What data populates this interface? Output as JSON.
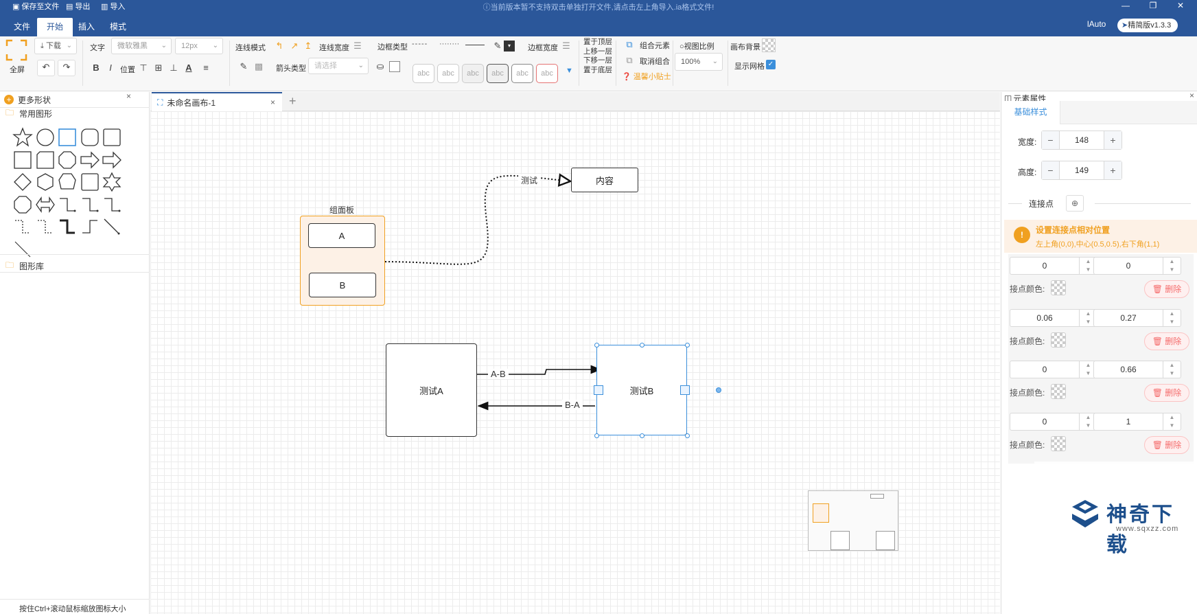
{
  "titlebar": {
    "save": "保存至文件",
    "export": "导出",
    "import": "导入",
    "notice": "当前版本暂不支持双击单独打开文件,请点击左上角导入.ia格式文件!"
  },
  "menu": {
    "tabs": [
      "文件",
      "开始",
      "插入",
      "模式"
    ],
    "user": "lAuto",
    "version": "精简版v1.3.3"
  },
  "ribbon": {
    "fullscreen": "全屏",
    "download": "下载",
    "text_label": "文字",
    "font": "微软雅黑",
    "font_size": "12px",
    "bold": "B",
    "italic": "I",
    "position": "位置",
    "line_mode": "连线模式",
    "line_width": "连线宽度",
    "arrow_type": "箭头类型",
    "arrow_placeholder": "请选择",
    "border_type": "边框类型",
    "border_width": "边框宽度",
    "abc": [
      "abc",
      "abc",
      "abc",
      "abc",
      "abc",
      "abc"
    ],
    "layers": [
      "置于顶层",
      "上移一层",
      "下移一层",
      "置于底层"
    ],
    "group": "组合元素",
    "ungroup": "取消组合",
    "tips": "温馨小贴士",
    "view_ratio": "视图比例",
    "zoom": "100%",
    "canvas_bg": "画布背景",
    "show_grid": "显示网格"
  },
  "left": {
    "more_shapes": "更多形状",
    "common_shapes": "常用图形",
    "library": "图形库",
    "hint": "按住Ctrl+滚动鼠标缩放图标大小"
  },
  "canvas": {
    "tab_title": "未命名画布-1",
    "group_title": "组面板",
    "node_a": "A",
    "node_b": "B",
    "content_node": "内容",
    "edge_test": "测试",
    "test_a": "测试A",
    "test_b": "测试B",
    "edge_ab": "A-B",
    "edge_ba": "B-A"
  },
  "right": {
    "title": "元素属性",
    "tab": "基础样式",
    "width_label": "宽度:",
    "width": "148",
    "height_label": "高度:",
    "height": "149",
    "connect_points": "连接点",
    "tip_title": "设置连接点相对位置",
    "tip_desc": "左上角(0,0),中心(0.5,0.5),右下角(1,1)",
    "color_label": "接点颜色:",
    "delete": "删除",
    "points": [
      {
        "x": "0",
        "y": "0"
      },
      {
        "x": "0.06",
        "y": "0.27"
      },
      {
        "x": "0",
        "y": "0.66"
      },
      {
        "x": "0",
        "y": "1"
      }
    ]
  },
  "watermark": {
    "name": "神奇下载",
    "url": "www.sqxzz.com"
  },
  "colors": {
    "primary": "#2b579a",
    "orange": "#f0a020",
    "danger": "#f56c6c"
  }
}
